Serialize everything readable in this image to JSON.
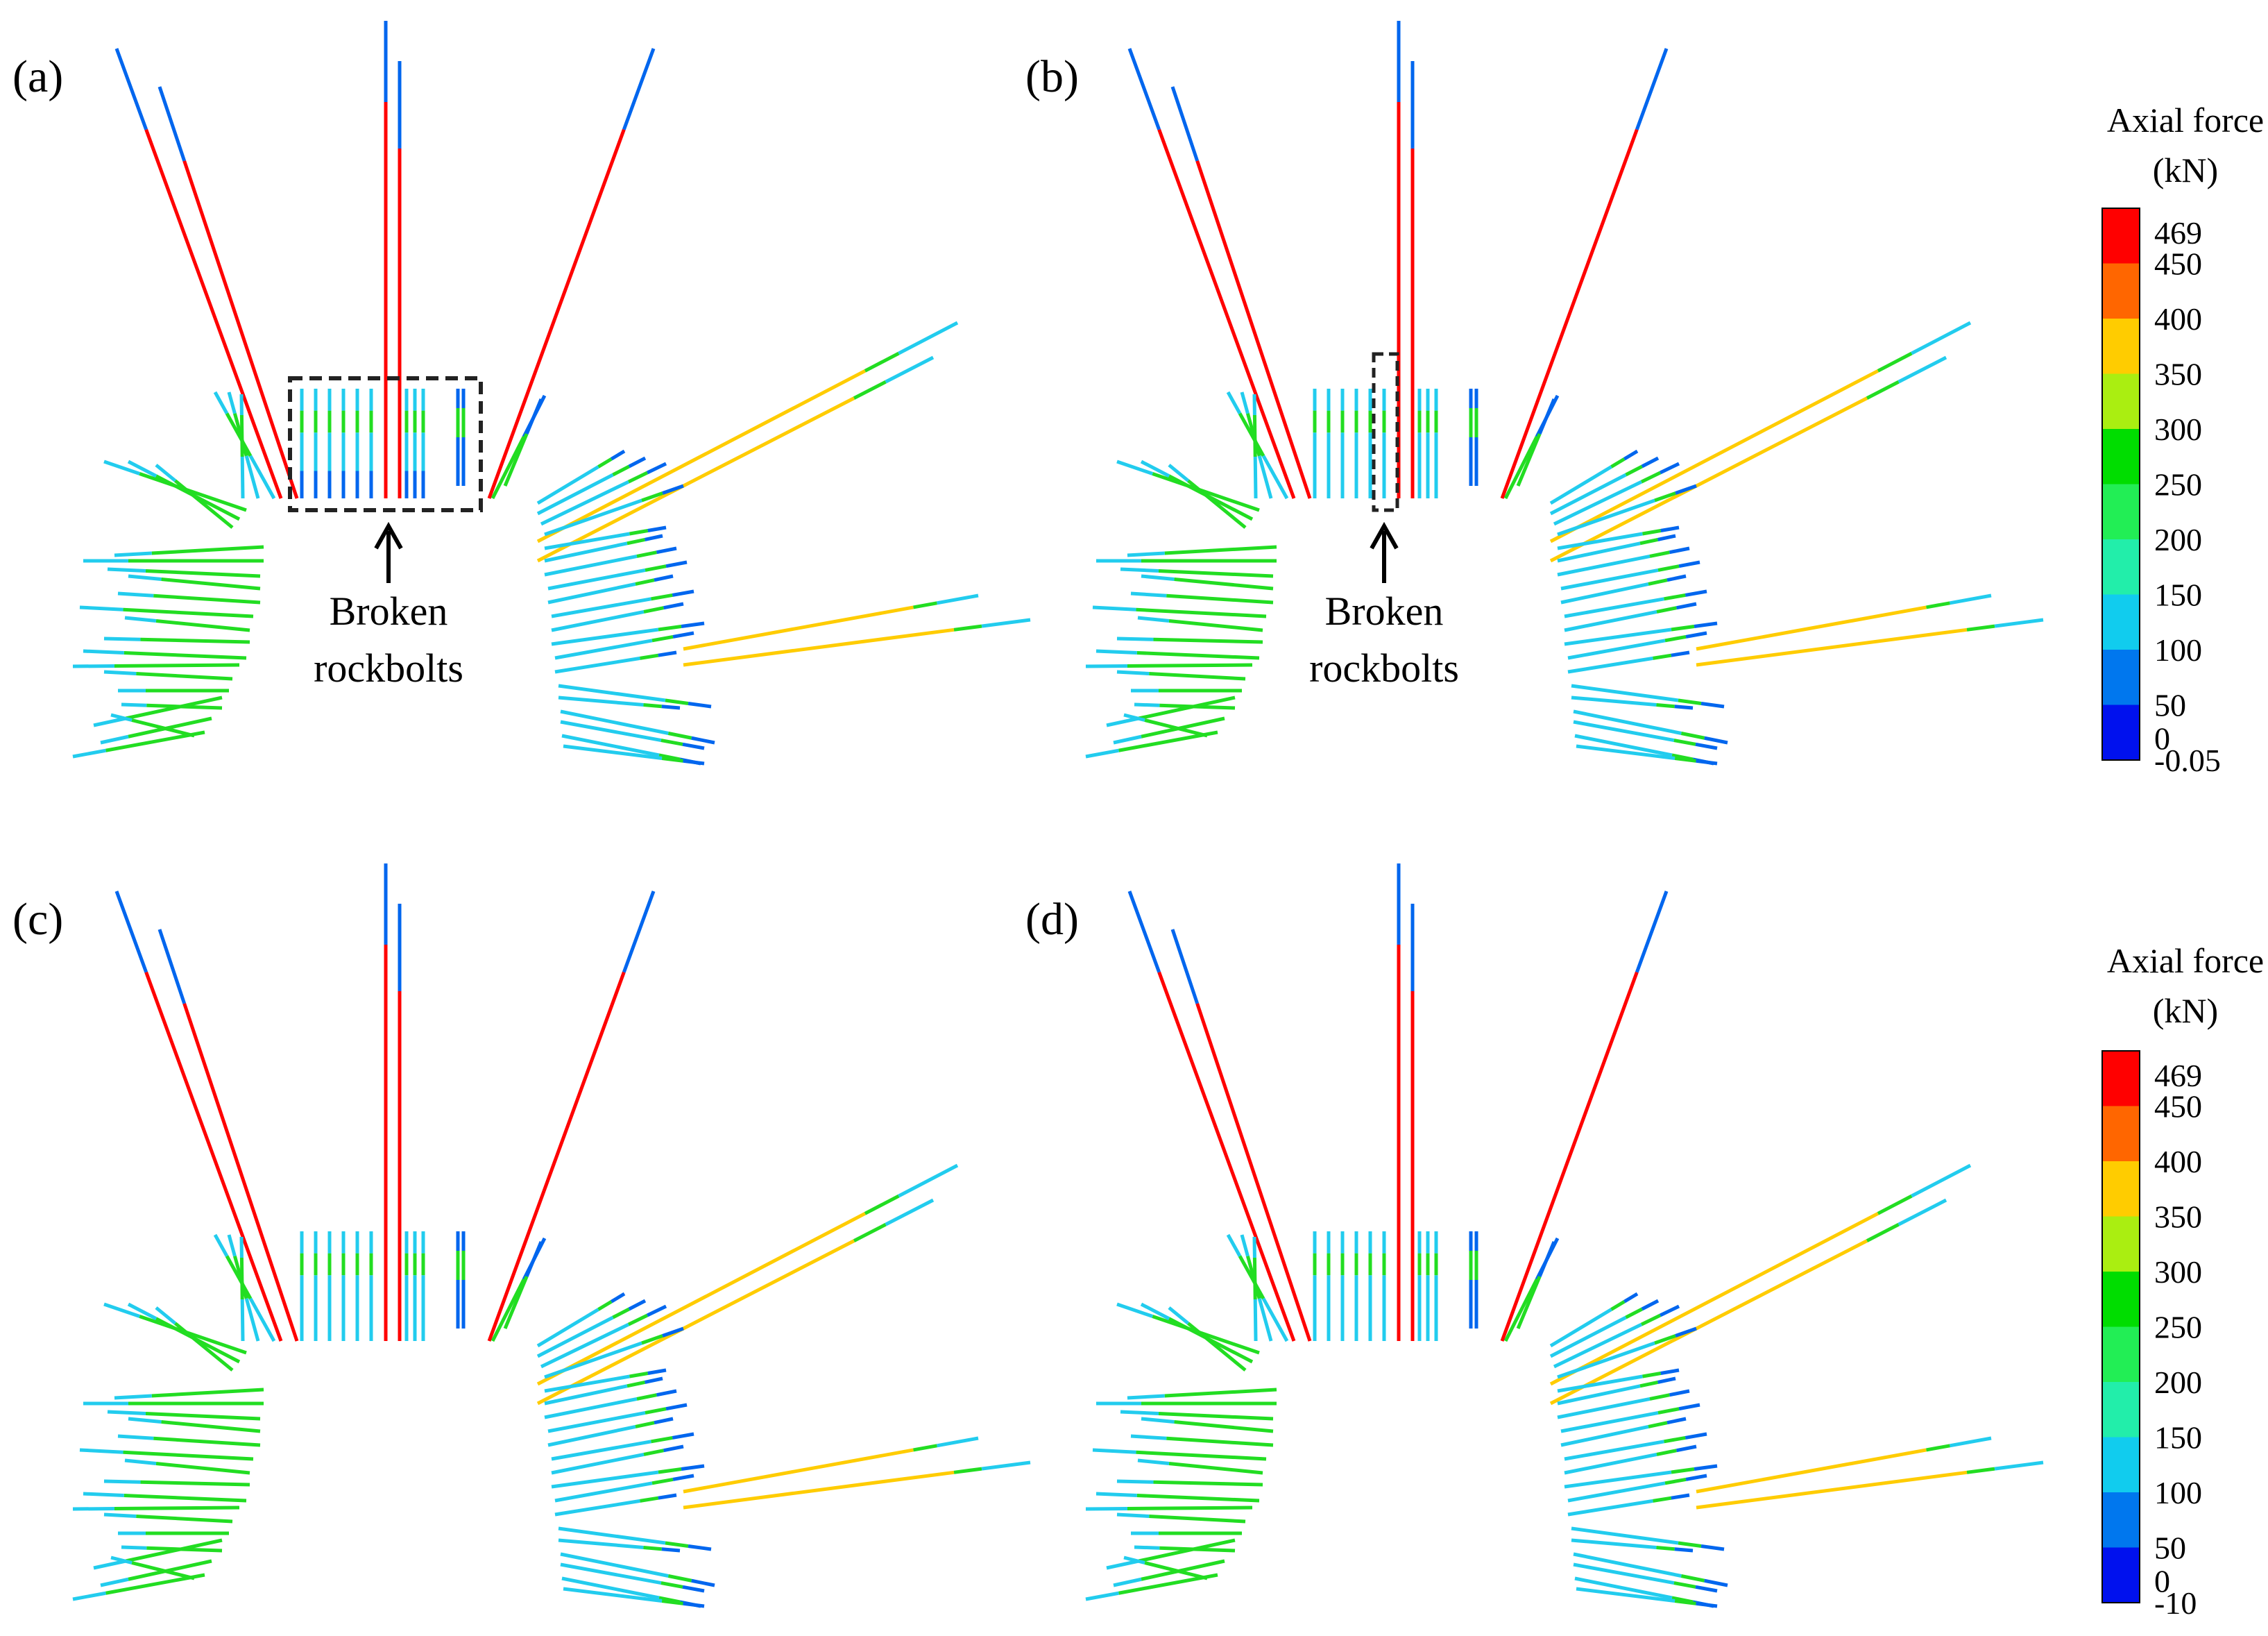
{
  "panels": [
    {
      "label": "(a)",
      "annotation": {
        "line1": "Broken",
        "line2": "rockbolts"
      }
    },
    {
      "label": "(b)",
      "annotation": {
        "line1": "Broken",
        "line2": "rockbolts"
      }
    },
    {
      "label": "(c)"
    },
    {
      "label": "(d)"
    }
  ],
  "legends": [
    {
      "title_line1": "Axial force",
      "title_line2": "(kN)",
      "ticks": [
        "469",
        "450",
        "400",
        "350",
        "300",
        "250",
        "200",
        "150",
        "100",
        "50",
        "0",
        "-0.05"
      ]
    },
    {
      "title_line1": "Axial force",
      "title_line2": "(kN)",
      "ticks": [
        "469",
        "450",
        "400",
        "350",
        "300",
        "250",
        "200",
        "150",
        "100",
        "50",
        "0",
        "-10"
      ]
    }
  ],
  "colors": {
    "scale_top_to_bottom": [
      "#ff0000",
      "#ff6600",
      "#ffcc00",
      "#aaee11",
      "#00dd00",
      "#22ee55",
      "#22eeaa",
      "#11ccee",
      "#0077ee",
      "#0011ee"
    ],
    "bolt_red": "#ff0000",
    "bolt_orange": "#ffcc00",
    "bolt_green": "#22dd22",
    "bolt_cyan": "#22ccee",
    "bolt_blue": "#0066ee",
    "annotation_box": "#222222"
  }
}
